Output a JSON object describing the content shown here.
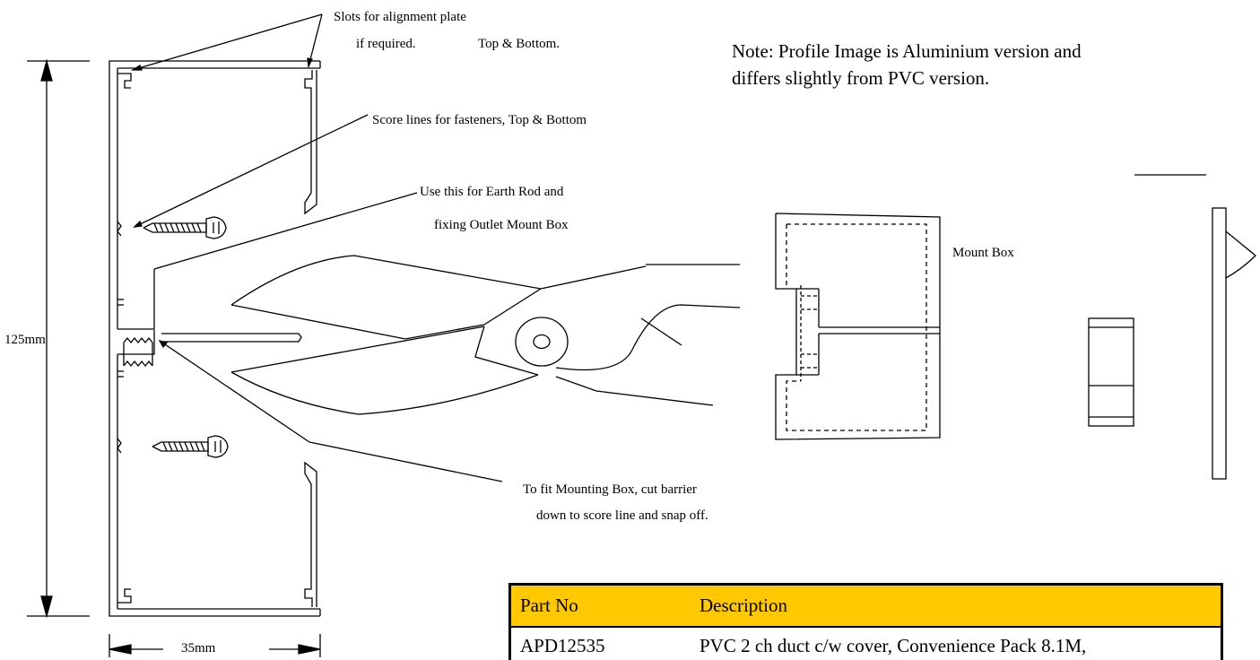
{
  "labels": {
    "slots_line1": "Slots for alignment plate",
    "slots_line2a": "if required.",
    "slots_line2b": "Top & Bottom.",
    "score_lines": "Score lines for fasteners, Top & Bottom",
    "earth_rod_line1": "Use this for Earth Rod and",
    "earth_rod_line2": "fixing Outlet Mount Box",
    "mount_box": "Mount Box",
    "height_dim": "125mm",
    "width_dim": "35mm",
    "fit_line1": "To fit Mounting Box, cut barrier",
    "fit_line2": "down to score line and snap off."
  },
  "note": {
    "line1": "Note:  Profile Image is Aluminium version and",
    "line2": "differs slightly from PVC version."
  },
  "table": {
    "headers": [
      "Part No",
      "Description"
    ],
    "rows": [
      [
        "APD12535",
        "PVC 2 ch  duct c/w cover, Convenience Pack  8.1M,"
      ]
    ]
  },
  "colors": {
    "table_header": "#ffc800",
    "line": "#000000"
  }
}
